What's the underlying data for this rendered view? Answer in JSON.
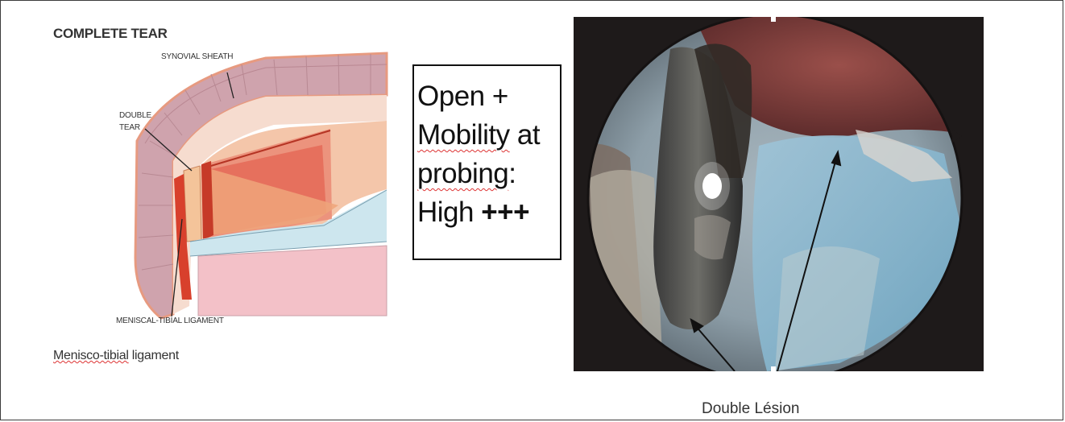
{
  "figure": {
    "title": "COMPLETE TEAR",
    "labels": {
      "synovial_sheath": "SYNOVIAL SHEATH",
      "double_tear_line1": "DOUBLE",
      "double_tear_line2": "TEAR",
      "meniscal_tibial": "MENISCAL-TIBIAL LIGAMENT"
    },
    "caption_misspelled": "Menisco-tibial",
    "caption_rest": " ligament"
  },
  "textbox": {
    "line1": "Open +",
    "line2_misspelled": "Mobility",
    "line2_rest": " at",
    "line3_misspelled": "probing",
    "line3_rest": ":",
    "line4_prefix": "High ",
    "line4_bold": "+++"
  },
  "arthroscopy": {
    "caption": "Double Lésion"
  },
  "colors": {
    "synovial": "#cfa3ad",
    "tear_red": "#d8402c",
    "meniscus": "#f2b896",
    "tibia": "#f3c1c8",
    "capsule_blue": "#cde6ee"
  }
}
